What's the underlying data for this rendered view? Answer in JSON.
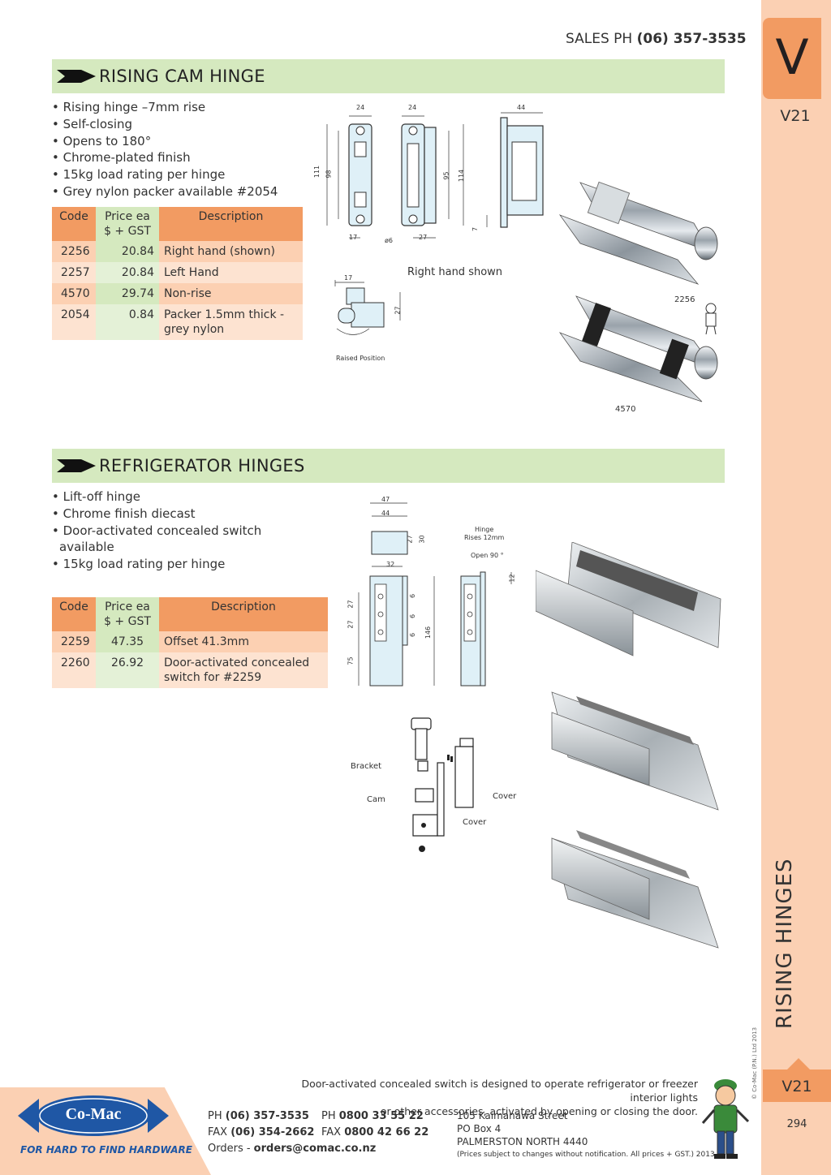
{
  "header": {
    "sales_label": "SALES  PH ",
    "sales_phone": "(06) 357-3535"
  },
  "side_tab": {
    "letter": "V",
    "code": "V21",
    "title": "RISING HINGES",
    "copyright": "© Co-Mac (P.N.) Ltd 2013",
    "code_bottom": "V21",
    "page_number": "294"
  },
  "rising_cam": {
    "title": "RISING CAM HINGE",
    "bullets": [
      "Rising hinge –7mm rise",
      "Self-closing",
      "Opens to 180°",
      "Chrome-plated finish",
      "15kg load rating per hinge",
      "Grey nylon packer available #2054"
    ],
    "table": {
      "headers": [
        "Code",
        "Price ea\n$ + GST",
        "Description"
      ],
      "rows": [
        {
          "code": "2256",
          "price": "20.84",
          "desc": "Right hand (shown)"
        },
        {
          "code": "2257",
          "price": "20.84",
          "desc": "Left Hand"
        },
        {
          "code": "4570",
          "price": "29.74",
          "desc": "Non-rise"
        },
        {
          "code": "2054",
          "price": "0.84",
          "desc": "Packer 1.5mm thick -\ngrey nylon"
        }
      ]
    },
    "right_hand_caption": "Right hand shown",
    "raised_position": "Raised Position",
    "photo_label_1": "2256",
    "photo_label_2": "4570",
    "dims": [
      "24",
      "24",
      "44",
      "111",
      "98",
      "95",
      "114",
      "7",
      "17",
      "ø6",
      "27",
      "17",
      "27"
    ]
  },
  "refrigerator": {
    "title": "REFRIGERATOR HINGES",
    "bullets": [
      "Lift-off hinge",
      "Chrome finish diecast",
      "Door-activated concealed switch\navailable",
      "15kg load rating per hinge"
    ],
    "table": {
      "headers": [
        "Code",
        "Price ea\n$ + GST",
        "Description"
      ],
      "rows": [
        {
          "code": "2259",
          "price": "47.35",
          "desc": "Offset 41.3mm"
        },
        {
          "code": "2260",
          "price": "26.92",
          "desc": "Door-activated concealed\nswitch for #2259"
        }
      ]
    },
    "hinge_note_1": "Hinge",
    "hinge_note_2": "Rises 12mm",
    "open_note": "Open 90 °",
    "labels": {
      "bracket": "Bracket",
      "cam": "Cam",
      "cover1": "Cover",
      "cover2": "Cover"
    },
    "dims": [
      "47",
      "44",
      "27",
      "30",
      "32",
      "12",
      "27",
      "27",
      "6",
      "6",
      "6",
      "75",
      "146"
    ]
  },
  "footer": {
    "note_line1": "Door-activated concealed switch is designed to operate refrigerator or freezer interior lights",
    "note_line2": "or other accessories, activated by opening or closing the door.",
    "logo_text": "Co-Mac",
    "tagline": "FOR HARD TO FIND HARDWARE",
    "ph_label": "PH ",
    "ph": "(06) 357-3535",
    "fax_label": "FAX ",
    "fax": "(06) 354-2662",
    "orders_label": "Orders - ",
    "orders": "orders@comac.co.nz",
    "ph2_label": "PH ",
    "ph2": "0800 33 55 22",
    "fax2_label": "FAX ",
    "fax2": "0800 42 66 22",
    "address1": "105 Kaimanawa Street",
    "address2": "PO Box 4",
    "address3": "PALMERSTON NORTH 4440",
    "disclaimer": "(Prices subject to changes without notification.  All prices + GST.)  2013"
  },
  "colors": {
    "orange": "#f29b62",
    "peach": "#fbd0b3",
    "green": "#d5e9bf",
    "blue": "#1f57a5"
  }
}
